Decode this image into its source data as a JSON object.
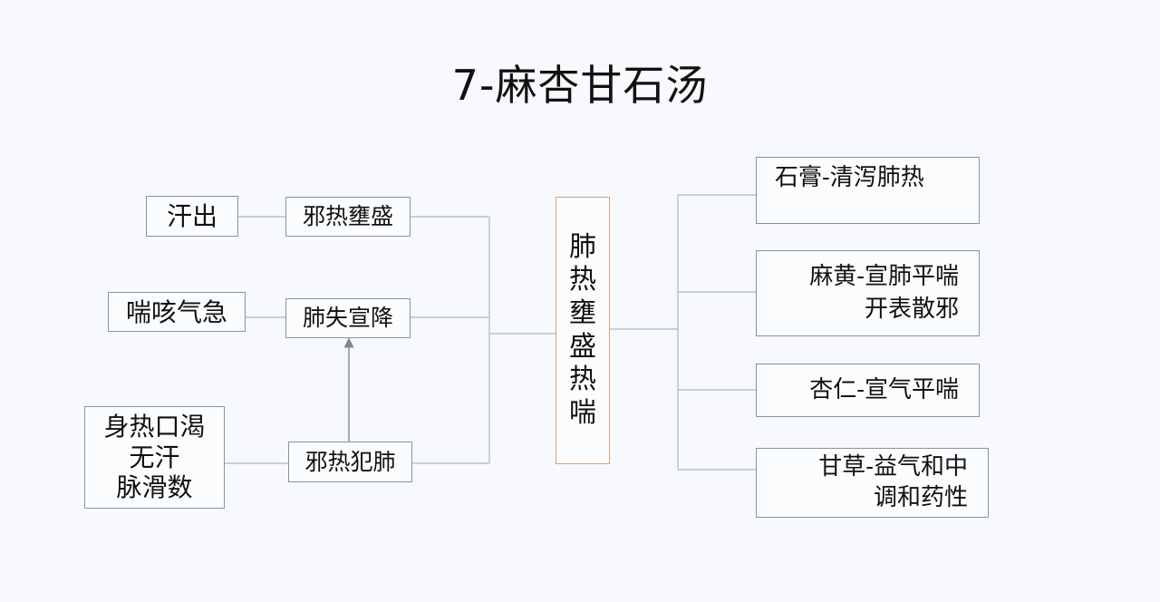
{
  "title": "7-麻杏甘石汤",
  "symptoms": {
    "sweat": "汗出",
    "cough": "喘咳气急",
    "fever": [
      "身热口渴",
      "无汗",
      "脉滑数"
    ]
  },
  "pathology": {
    "heat_congestion": "邪热壅盛",
    "lung_failure": "肺失宣降",
    "heat_invasion": "邪热犯肺"
  },
  "center": [
    "肺",
    "热",
    "壅",
    "盛",
    "热",
    "喘"
  ],
  "herbs": {
    "shigao": [
      "石膏-清泻肺热"
    ],
    "mahuang": [
      "麻黄-宣肺平喘",
      "开表散邪"
    ],
    "xingren": [
      "杏仁-宣气平喘"
    ],
    "gancao": [
      "甘草-益气和中",
      "调和药性"
    ]
  },
  "colors": {
    "box_border": "#8494a6",
    "center_border": "#d0a48a",
    "line": "#b8c2cc",
    "arrow": "#7d8894"
  }
}
